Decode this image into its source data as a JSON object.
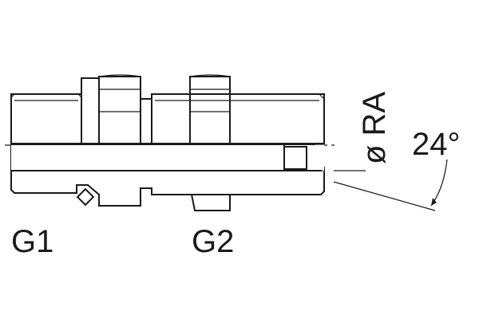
{
  "labels": {
    "port_left": "G1",
    "port_right": "G2",
    "diameter": "ø RA",
    "angle": "24°"
  },
  "colors": {
    "line": "#1a1a1a",
    "background": "#ffffff"
  }
}
